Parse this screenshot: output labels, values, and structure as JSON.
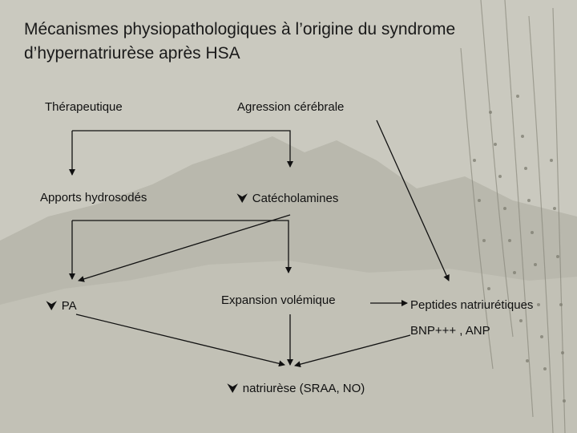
{
  "title": {
    "line1": "Mécanismes physiopathologiques à l’origine du syndrome",
    "line2": "d’hypernatriurèse après HSA"
  },
  "nodes": {
    "therapeutique": "Thérapeutique",
    "agression": "Agression cérébrale",
    "apports": "Apports hydrosodés",
    "catecholamines": "Catécholamines",
    "pa": "PA",
    "expansion": "Expansion volémique",
    "peptides": "Peptides natriurétiques",
    "bnp": "BNP+++ , ANP",
    "natriurese": "natriurèse (SRAA, NO)"
  },
  "symbols": {
    "increase": "⮟"
  },
  "colors": {
    "background": "#c9c8be",
    "arrow": "#111111"
  }
}
